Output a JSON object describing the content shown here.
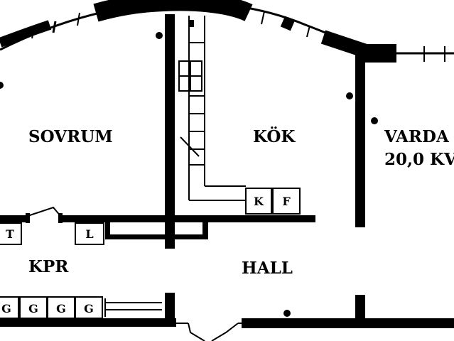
{
  "rooms": {
    "sovrum": "SOVRUM",
    "kok": "KÖK",
    "vardagsrum": "VARDA",
    "vardagsrum_area": "20,0 KV",
    "kpr": "KPR",
    "hall": "HALL"
  },
  "fixtures": {
    "kitchen": [
      "K",
      "F"
    ],
    "laundry": "L",
    "storage": "T",
    "wardrobes": [
      "G",
      "G",
      "G",
      "G"
    ]
  },
  "colors": {
    "wall": "#000000",
    "background": "#ffffff"
  }
}
